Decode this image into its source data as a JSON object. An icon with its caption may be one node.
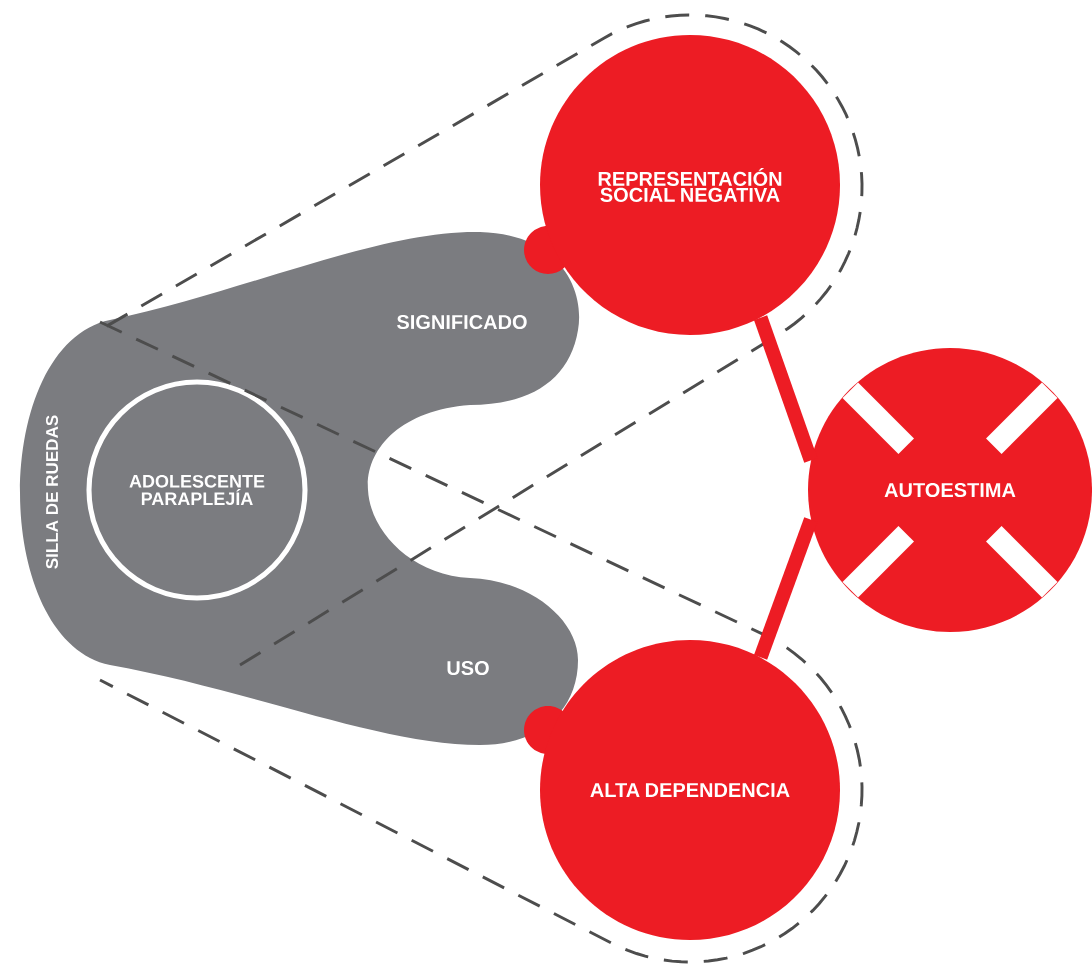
{
  "diagram": {
    "nodes": [
      {
        "text": [
          "SILLA DE RUEDAS",
          "SIGNIFICADO",
          "USO"
        ]
      },
      {
        "text": [
          "ADOLESCENTE PARAPLEJÍA"
        ],
        "in": 0
      },
      {
        "text": [
          "REPRESENTACIÓN SOCIAL NEGATIVA"
        ]
      },
      {
        "text": [
          "AUTOESTIMA"
        ]
      },
      {
        "text": [
          "ALTA DEPENDENCIA"
        ]
      }
    ],
    "edges": [
      {
        "from": 2,
        "to": 3,
        "arrow": "none"
      },
      {
        "from": 4,
        "to": 3,
        "arrow": "none"
      }
    ]
  }
}
